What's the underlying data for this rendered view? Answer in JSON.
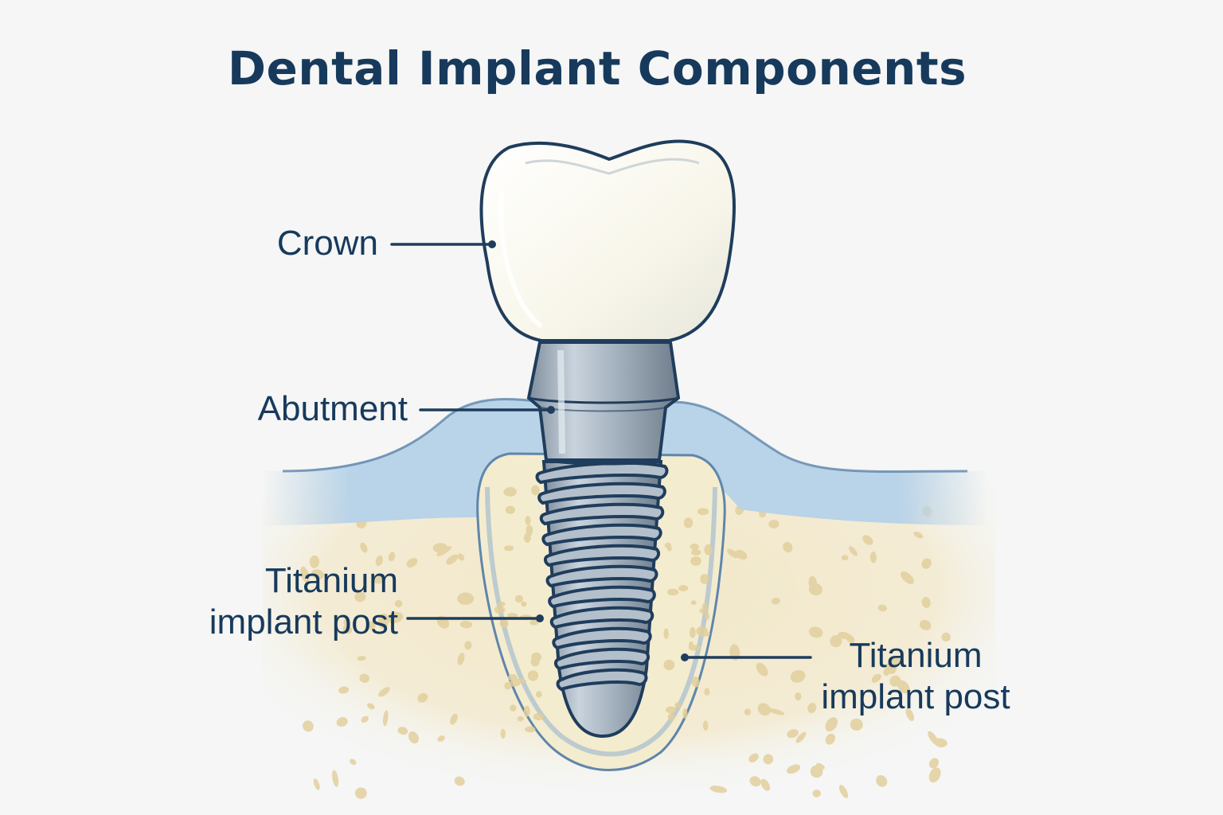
{
  "title": "Dental Implant Components",
  "labels": {
    "crown": "Crown",
    "abutment": "Abutment",
    "post_left_line1": "Titanium",
    "post_left_line2": "implant post",
    "post_right_line1": "Titanium",
    "post_right_line2": "implant post"
  },
  "colors": {
    "outline": "#1f3d5c",
    "gum": "#b9d3e8",
    "bone": "#f2e8c8",
    "bone_spots": "#e0cd98",
    "metal": "#a9b6c3",
    "crown": "#fbfaf2",
    "text": "#173a5c"
  }
}
